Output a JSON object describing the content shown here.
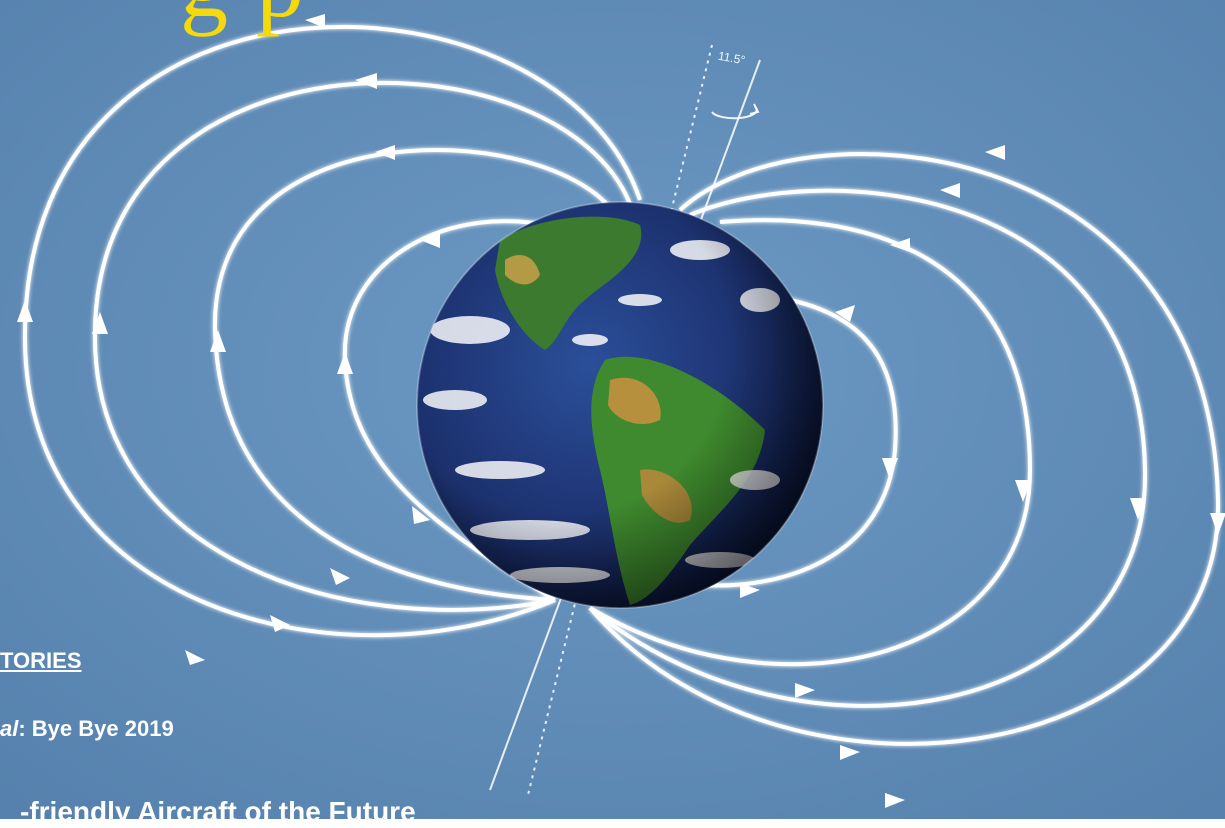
{
  "image": {
    "title_fragment": "g   p",
    "tilt_angle_label": "11.5°",
    "background_color": "#5f8eb9",
    "field_line_color": "#ffffff",
    "title_color": "#f5d90a",
    "caption_color": "#ffffff"
  },
  "caption": {
    "heading": "TORIES",
    "line1_italic": "al",
    "line1_rest": ": Bye Bye 2019",
    "line2": "-friendly Aircraft of the Future"
  }
}
